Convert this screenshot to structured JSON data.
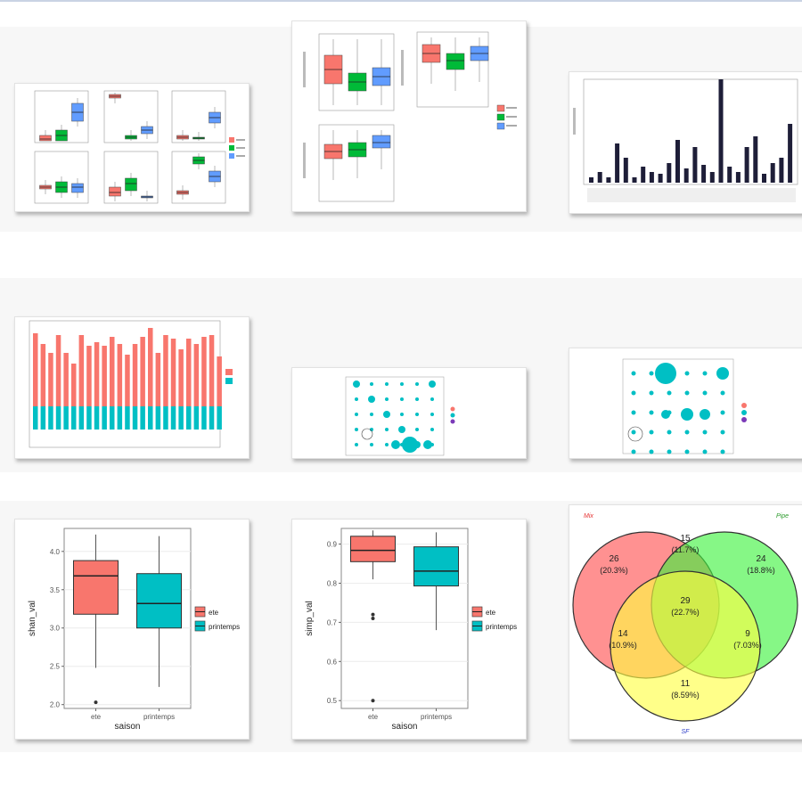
{
  "gallery": {
    "items": [
      {
        "name": "multi-boxplot-grid-thumb"
      },
      {
        "name": "index-boxplots-thumb"
      },
      {
        "name": "bar-chart-dark-thumb"
      },
      {
        "name": "stacked-bar-thumb"
      },
      {
        "name": "bubble-matrix-small-thumb"
      },
      {
        "name": "bubble-matrix-large-thumb"
      },
      {
        "name": "shan-boxplot-thumb"
      },
      {
        "name": "simp-boxplot-thumb"
      },
      {
        "name": "venn-diagram-thumb"
      }
    ]
  },
  "chart_data": [
    {
      "type": "boxplot",
      "id": "shan",
      "xlabel": "saison",
      "ylabel": "shan_val",
      "categories": [
        "ete",
        "printemps"
      ],
      "ylim": [
        1.95,
        4.3
      ],
      "yticks": [
        "2.0",
        "2.5",
        "3.0",
        "3.5",
        "4.0"
      ],
      "ytick_values": [
        2.0,
        2.5,
        3.0,
        3.5,
        4.0
      ],
      "boxes": [
        {
          "category": "ete",
          "min": 2.48,
          "q1": 3.18,
          "median": 3.68,
          "q3": 3.88,
          "max": 4.22,
          "outliers": [
            2.03
          ]
        },
        {
          "category": "printemps",
          "min": 2.23,
          "q1": 3.0,
          "median": 3.32,
          "q3": 3.71,
          "max": 4.2,
          "outliers": []
        }
      ],
      "legend": [
        "ete",
        "printemps"
      ],
      "colors": [
        "#f8766d",
        "#00bfc4"
      ]
    },
    {
      "type": "boxplot",
      "id": "simp",
      "xlabel": "saison",
      "ylabel": "simp_val",
      "categories": [
        "ete",
        "printemps"
      ],
      "ylim": [
        0.48,
        0.94
      ],
      "yticks": [
        "0.5",
        "0.6",
        "0.7",
        "0.8",
        "0.9"
      ],
      "ytick_values": [
        0.5,
        0.6,
        0.7,
        0.8,
        0.9
      ],
      "boxes": [
        {
          "category": "ete",
          "min": 0.81,
          "q1": 0.855,
          "median": 0.884,
          "q3": 0.92,
          "max": 0.935,
          "outliers": [
            0.72,
            0.71,
            0.5
          ]
        },
        {
          "category": "printemps",
          "min": 0.68,
          "q1": 0.793,
          "median": 0.831,
          "q3": 0.893,
          "max": 0.93,
          "outliers": []
        }
      ],
      "legend": [
        "ete",
        "printemps"
      ],
      "colors": [
        "#f8766d",
        "#00bfc4"
      ]
    },
    {
      "type": "venn",
      "sets": [
        "Mix",
        "Pipe",
        "SF"
      ],
      "regions": [
        {
          "sets": [
            "Mix"
          ],
          "count": "26",
          "percent": "(20.3%)"
        },
        {
          "sets": [
            "Pipe"
          ],
          "count": "24",
          "percent": "(18.8%)"
        },
        {
          "sets": [
            "SF"
          ],
          "count": "11",
          "percent": "(8.59%)"
        },
        {
          "sets": [
            "Mix",
            "Pipe"
          ],
          "count": "15",
          "percent": "(11.7%)"
        },
        {
          "sets": [
            "Mix",
            "SF"
          ],
          "count": "14",
          "percent": "(10.9%)"
        },
        {
          "sets": [
            "Pipe",
            "SF"
          ],
          "count": "9",
          "percent": "(7.03%)"
        },
        {
          "sets": [
            "Mix",
            "Pipe",
            "SF"
          ],
          "count": "29",
          "percent": "(22.7%)"
        }
      ],
      "colors": [
        "#ff4d4d",
        "#3cf23c",
        "#ffff40"
      ],
      "label_colors": [
        "#e53030",
        "#2a9a2a",
        "#3040c8"
      ]
    }
  ]
}
